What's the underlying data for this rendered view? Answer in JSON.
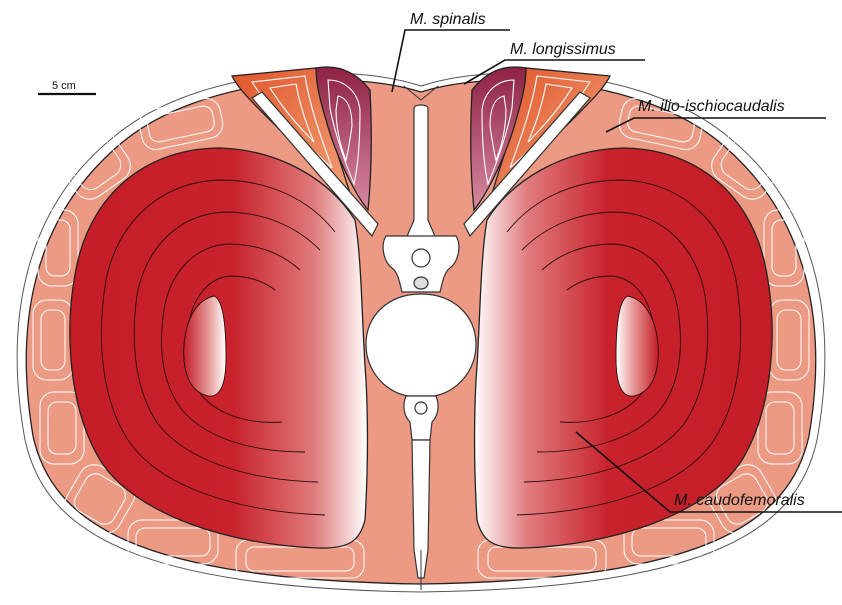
{
  "scale_bar": {
    "label": "5 cm"
  },
  "labels": {
    "spinalis": "M. spinalis",
    "longissimus": "M. longissimus",
    "ilio_ischiocaudalis": "M. ilio-ischiocaudalis",
    "caudofemoralis": "M. caudofemoralis"
  },
  "colors": {
    "caudofemoralis": "#c8202a",
    "ilio_ischiocaudalis": "#ec9a84",
    "longissimus": "#e2602a",
    "spinalis": "#9c2c4c",
    "bone": "#ffffff"
  }
}
